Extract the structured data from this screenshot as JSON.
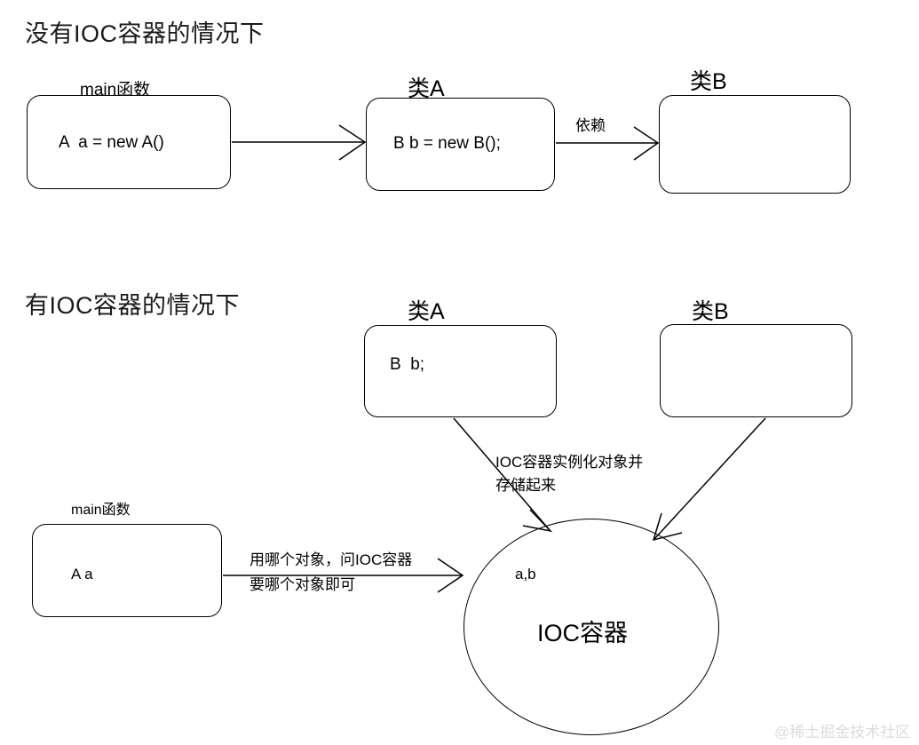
{
  "diagram": {
    "watermark": "@稀土掘金技术社区",
    "sections": [
      {
        "title": "没有IOC容器的情况下",
        "boxes": [
          {
            "label": "main函数",
            "text": "A  a = new A()"
          },
          {
            "label": "类A",
            "text": "B b = new B();"
          },
          {
            "label": "类B",
            "text": ""
          }
        ],
        "edges": [
          {
            "label": ""
          },
          {
            "label": "依赖"
          }
        ]
      },
      {
        "title": "有IOC容器的情况下",
        "boxes": [
          {
            "label": "类A",
            "text": "B  b;"
          },
          {
            "label": "类B",
            "text": ""
          },
          {
            "label": "main函数",
            "text": "A a"
          }
        ],
        "edges": [
          {
            "label_line1": "IOC容器实例化对象并",
            "label_line2": "存储起来"
          },
          {
            "label_line1": "用哪个对象，问IOC容器",
            "label_line2": "要哪个对象即可"
          }
        ],
        "container": {
          "title": "IOC容器",
          "items": "a,b"
        }
      }
    ]
  }
}
